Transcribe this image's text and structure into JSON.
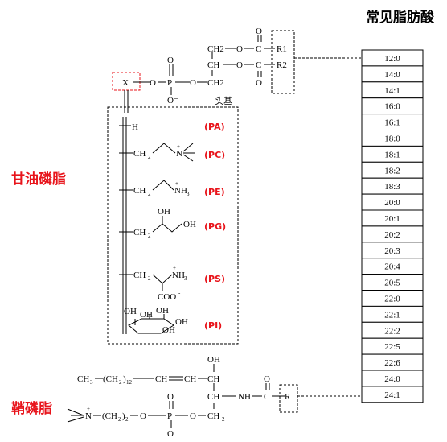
{
  "labels": {
    "fatty_acids_title": "常见脂肪酸",
    "glycerophospholipid": "甘油磷脂",
    "sphingophospholipid": "鞘磷脂",
    "head_group": "头基"
  },
  "backbone": {
    "x": "X",
    "o": "O",
    "p": "P",
    "c": "C",
    "o_minus": "O⁻",
    "ch2": "CH2",
    "ch": "CH",
    "r1": "R1",
    "r2": "R2"
  },
  "head_groups": [
    {
      "code": "(PA)"
    },
    {
      "code": "(PC)"
    },
    {
      "code": "(PE)"
    },
    {
      "code": "(PG)"
    },
    {
      "code": "(PS)"
    },
    {
      "code": "(PI)"
    }
  ],
  "head_group_atoms": {
    "h": "H",
    "n": "N",
    "nh3": "NH",
    "oh": "OH",
    "coo": "COO",
    "ch2": "CH",
    "sub2": "2",
    "sub3": "3",
    "plus": "+",
    "minus": "-"
  },
  "sphingo": {
    "ch3": "CH",
    "ch2_12": "(CH",
    "sub12": "12",
    "ch_eq_ch": "CH",
    "eq": "==",
    "oh": "OH",
    "nh": "NH",
    "c": "C",
    "o": "O",
    "r": "R",
    "n": "N",
    "ch2_2": "(CH",
    "ch2": "CH",
    "p": "P",
    "o_minus": "O⁻"
  },
  "fatty_acids": [
    "12:0",
    "14:0",
    "14:1",
    "16:0",
    "16:1",
    "18:0",
    "18:1",
    "18:2",
    "18:3",
    "20:0",
    "20:1",
    "20:2",
    "20:3",
    "20:4",
    "20:5",
    "22:0",
    "22:1",
    "22:2",
    "22:5",
    "22:6",
    "24:0",
    "24:1"
  ],
  "colors": {
    "accent": "#e8141b",
    "line": "#000000"
  }
}
